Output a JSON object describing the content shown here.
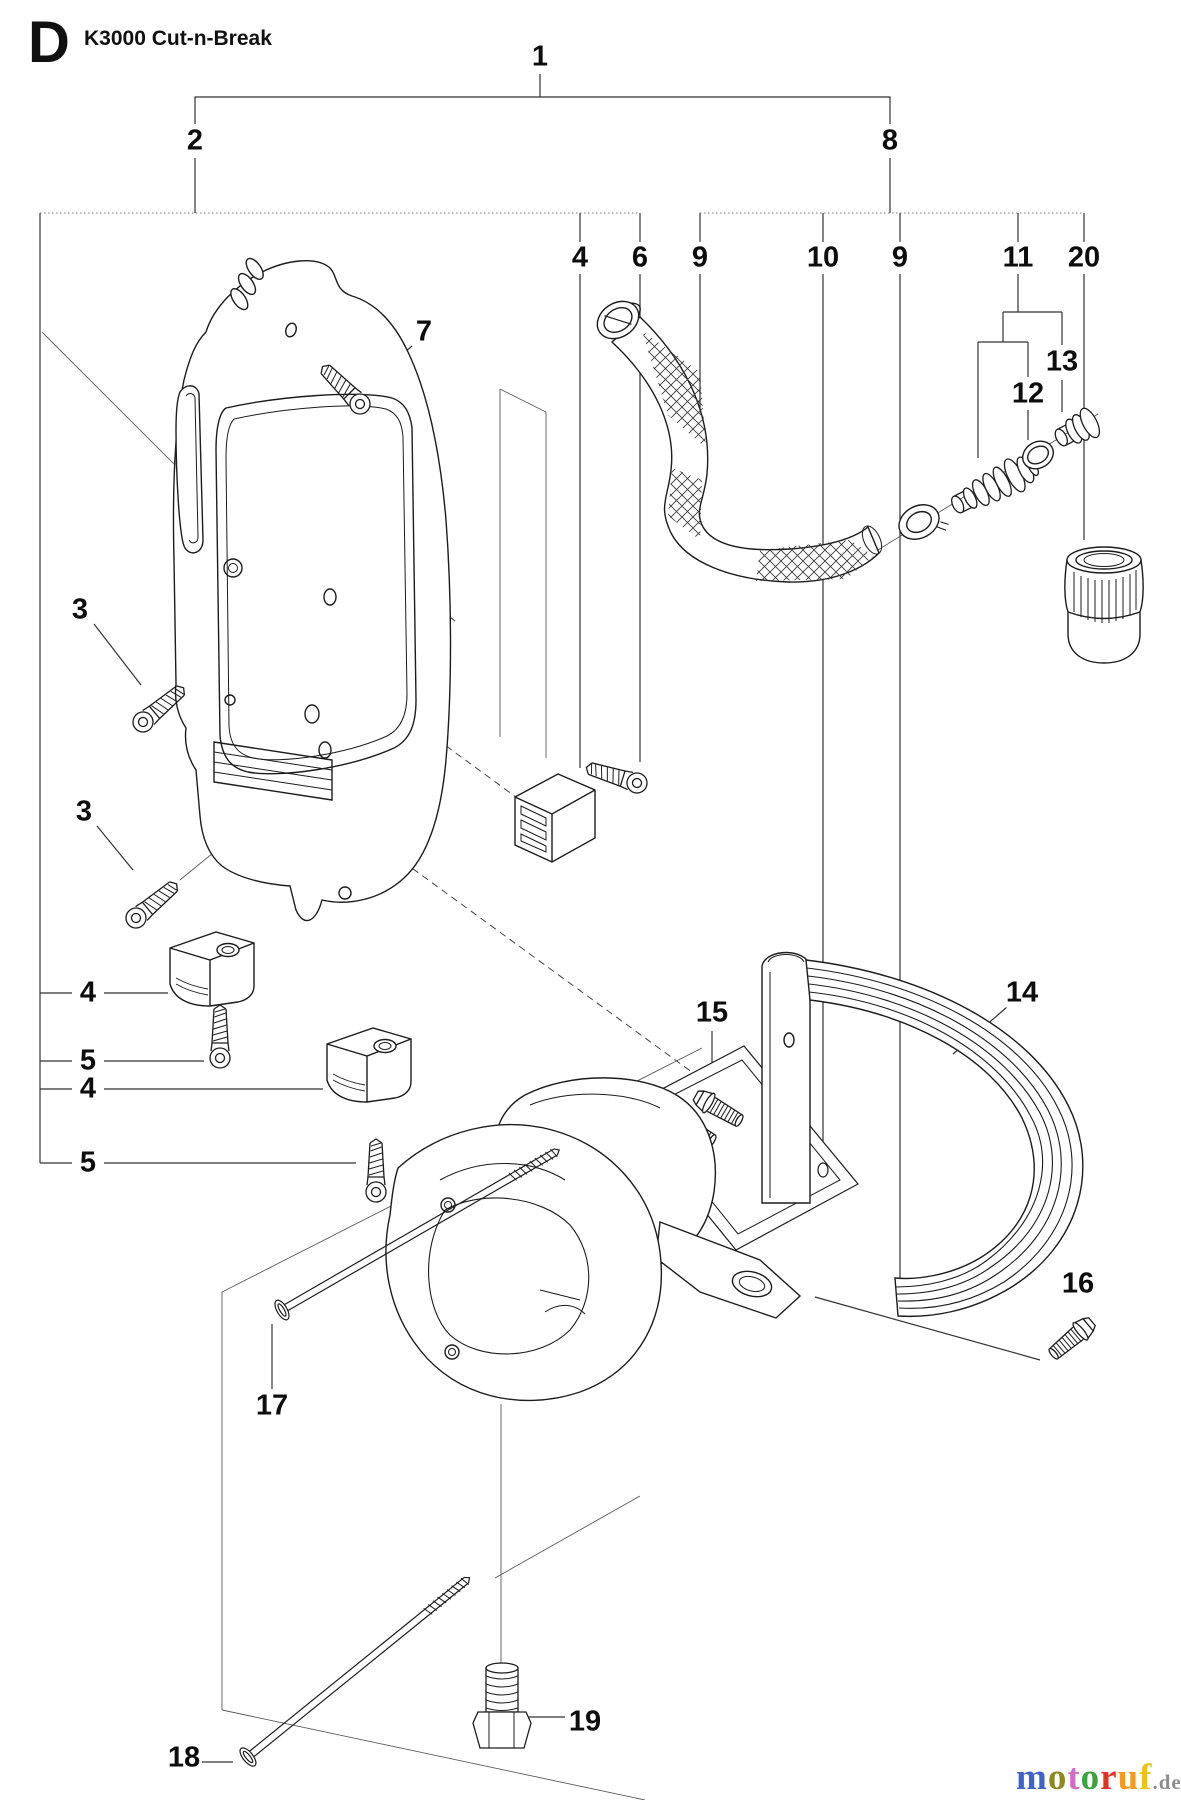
{
  "header": {
    "letter": "D",
    "title": "K3000 Cut-n-Break"
  },
  "callouts": [
    {
      "n": "1"
    },
    {
      "n": "2"
    },
    {
      "n": "8"
    },
    {
      "n": "4"
    },
    {
      "n": "6"
    },
    {
      "n": "9"
    },
    {
      "n": "10"
    },
    {
      "n": "9"
    },
    {
      "n": "11"
    },
    {
      "n": "20"
    },
    {
      "n": "13"
    },
    {
      "n": "12"
    },
    {
      "n": "7"
    },
    {
      "n": "3"
    },
    {
      "n": "3"
    },
    {
      "n": "4"
    },
    {
      "n": "5"
    },
    {
      "n": "4"
    },
    {
      "n": "5"
    },
    {
      "n": "15"
    },
    {
      "n": "14"
    },
    {
      "n": "16"
    },
    {
      "n": "17"
    },
    {
      "n": "18"
    },
    {
      "n": "19"
    }
  ],
  "watermark": {
    "letters": [
      {
        "ch": "m",
        "color": "#3f63c8"
      },
      {
        "ch": "o",
        "color": "#8a8a1d"
      },
      {
        "ch": "t",
        "color": "#d46bc8"
      },
      {
        "ch": "o",
        "color": "#3ba43b"
      },
      {
        "ch": "r",
        "color": "#df3425"
      },
      {
        "ch": "u",
        "color": "#f59a1d"
      },
      {
        "ch": "f",
        "color": "#efc21a"
      }
    ],
    "suffix": ".de",
    "suffix_color": "#8c8c8c",
    "line_color": "#1c1c1c"
  }
}
